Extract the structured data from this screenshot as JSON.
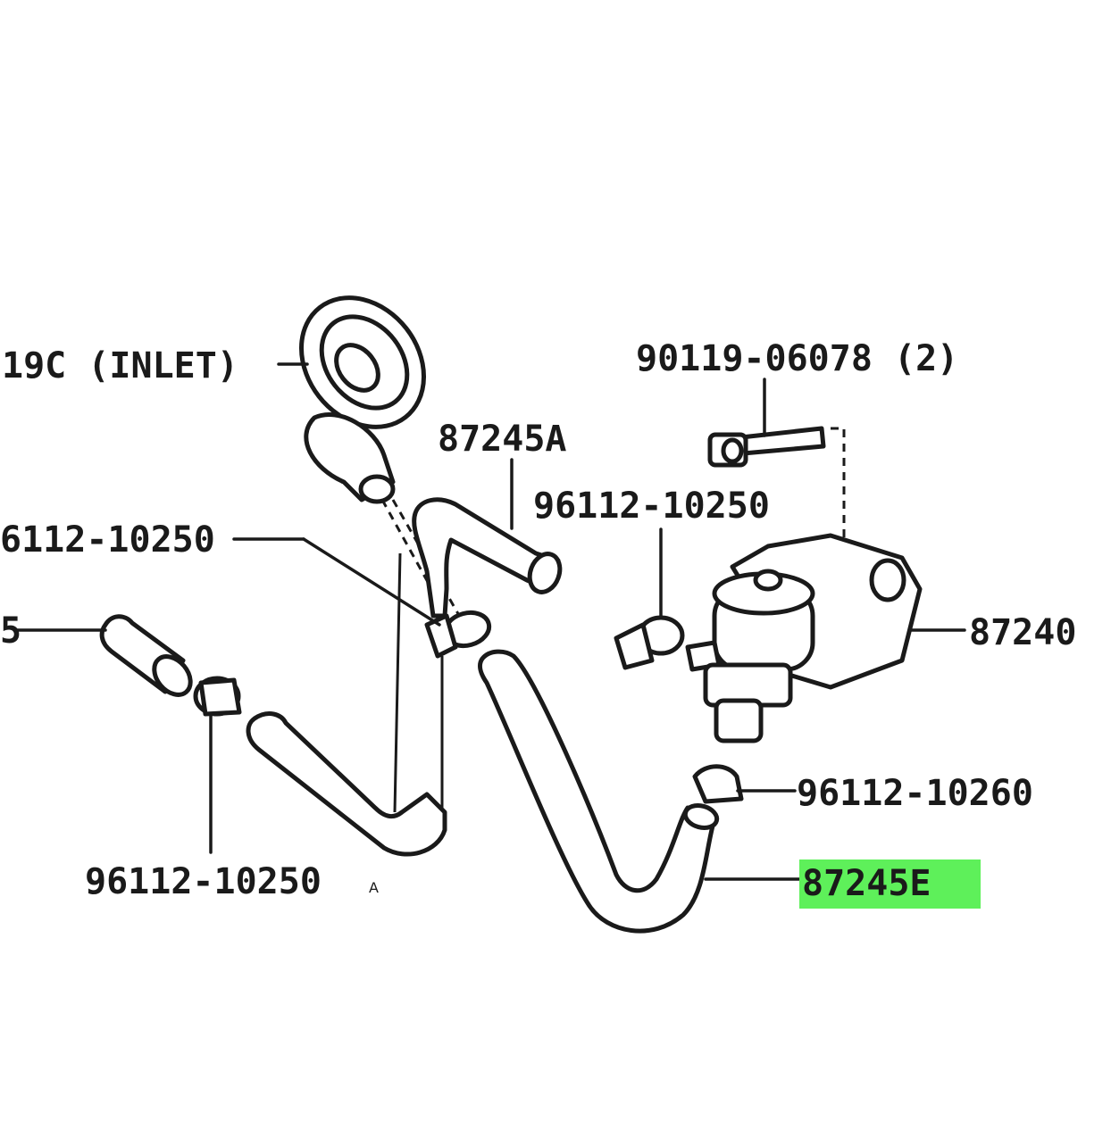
{
  "labels": {
    "inlet": "19C (INLET)",
    "bolt": "90119-06078 (2)",
    "hose_a": "87245A",
    "clamp_upper_right": "96112-10250",
    "clamp_left": "6112-10250",
    "pipe_left": "5",
    "valve": "87240",
    "clamp_lower_right": "96112-10260",
    "clamp_bottom": "96112-10250",
    "hose_e": "87245E",
    "small_mark": "A"
  },
  "colors": {
    "highlight": "#5ef05a",
    "ink": "#1a1a1a",
    "background": "#ffffff"
  }
}
